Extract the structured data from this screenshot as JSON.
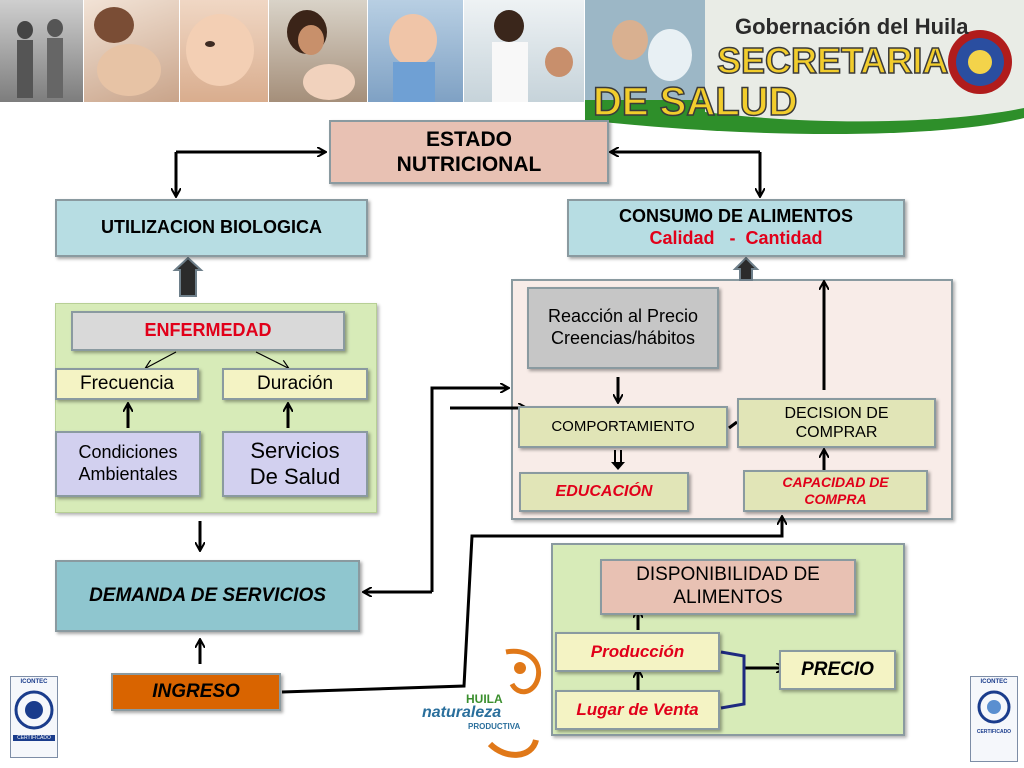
{
  "header": {
    "line1": "Gobernación del Huila",
    "line2": "SECRETARIA",
    "line3": "DE SALUD"
  },
  "nodes": {
    "estado": "ESTADO NUTRICIONAL",
    "utilizacion": "UTILIZACION BIOLOGICA",
    "consumo_title": "CONSUMO DE ALIMENTOS",
    "consumo_sub": "Calidad   -  Cantidad",
    "enfermedad": "ENFERMEDAD",
    "frecuencia": "Frecuencia",
    "duracion": "Duración",
    "condiciones": "Condiciones Ambientales",
    "servicios": "Servicios De Salud",
    "reaccion": "Reacción al Precio Creencias/hábitos",
    "comportamiento": "COMPORTAMIENTO",
    "decision": "DECISION DE COMPRAR",
    "educacion": "EDUCACIÓN",
    "capacidad": "CAPACIDAD DE COMPRA",
    "demanda": "DEMANDA DE SERVICIOS",
    "disponibilidad": "DISPONIBILIDAD DE ALIMENTOS",
    "produccion": "Producción",
    "lugar": "Lugar de Venta",
    "precio": "PRECIO",
    "ingreso": "INGRESO"
  },
  "logos": {
    "icontec": "ICONTEC",
    "certificado": "CERTIFICADO",
    "huila_brand": "HUILA",
    "huila_sub": "naturaleza",
    "huila_sub2": "PRODUCTIVA"
  },
  "colors": {
    "salmon": "#e8c1b3",
    "teal_light": "#b7dde3",
    "green_panel": "#d7ebb8",
    "pink_panel": "#f8ece8",
    "yellow": "#f4f3c4",
    "lavender": "#d2d0ef",
    "olive_box": "#e1e5b7",
    "teal_dark": "#8fc6cf",
    "orange": "#d96400",
    "red_text": "#e1001a",
    "banner_green": "#3a9b2e"
  }
}
